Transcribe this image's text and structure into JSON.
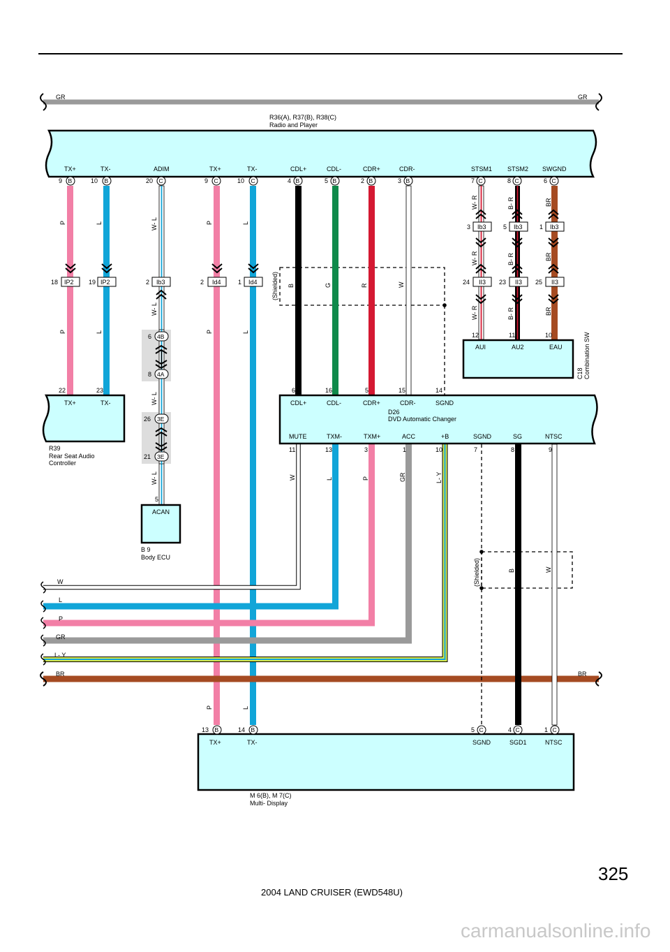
{
  "page": {
    "number": "325",
    "footer": "2004 LAND CRUISER (EWD548U)",
    "watermark": "carmanualsonline.info"
  },
  "colors": {
    "component_fill": "#ccffff",
    "splice_fill": "#dddddd",
    "P": "#f27fa6",
    "L": "#11a5d8",
    "B": "#000000",
    "G": "#0f8a4a",
    "R": "#d41932",
    "W": "#ffffff",
    "GR": "#9a9a9a",
    "BR": "#a54b22",
    "W-R": "#d41932",
    "B-R": "#d41932",
    "W-L": "#11a5d8",
    "L-Y": "#11a5d8"
  },
  "bus_lines": [
    {
      "left": "GR",
      "right": "GR"
    },
    {
      "left": "W"
    },
    {
      "left": "L"
    },
    {
      "left": "P"
    },
    {
      "left": "GR"
    },
    {
      "left": "L- Y"
    },
    {
      "left": "BR",
      "right": "BR"
    }
  ],
  "components": {
    "radio": {
      "code": "R36(A), R37(B), R38(C)",
      "name": "Radio and Player",
      "terminals": [
        {
          "label": "TX+",
          "pin": "9",
          "conn": "B"
        },
        {
          "label": "TX-",
          "pin": "10",
          "conn": "B"
        },
        {
          "label": "ADIM",
          "pin": "20",
          "conn": "C"
        },
        {
          "label": "TX+",
          "pin": "9",
          "conn": "C"
        },
        {
          "label": "TX-",
          "pin": "10",
          "conn": "C"
        },
        {
          "label": "CDL+",
          "pin": "4",
          "conn": "B"
        },
        {
          "label": "CDL-",
          "pin": "5",
          "conn": "B"
        },
        {
          "label": "CDR+",
          "pin": "2",
          "conn": "B"
        },
        {
          "label": "CDR-",
          "pin": "3",
          "conn": "B"
        },
        {
          "label": "STSM1",
          "pin": "7",
          "conn": "C"
        },
        {
          "label": "STSM2",
          "pin": "8",
          "conn": "C"
        },
        {
          "label": "SWGND",
          "pin": "6",
          "conn": "C"
        }
      ]
    },
    "rsac": {
      "code": "R39",
      "name1": "Rear Seat Audio",
      "name2": "Controller",
      "terminals": [
        {
          "label": "TX+",
          "pin": "22"
        },
        {
          "label": "TX-",
          "pin": "23"
        }
      ]
    },
    "body_ecu": {
      "code": "B 9",
      "name": "Body ECU",
      "terminal": "ACAN",
      "pin": "5"
    },
    "dvd": {
      "code": "D26",
      "name": "DVD Automatic Changer",
      "top_terminals": [
        {
          "label": "CDL+",
          "pin": "6"
        },
        {
          "label": "CDL-",
          "pin": "16"
        },
        {
          "label": "CDR+",
          "pin": "5"
        },
        {
          "label": "CDR-",
          "pin": "15"
        },
        {
          "label": "SGND",
          "pin": "14"
        }
      ],
      "bottom_terminals": [
        {
          "label": "MUTE",
          "pin": "11"
        },
        {
          "label": "TXM-",
          "pin": "13"
        },
        {
          "label": "TXM+",
          "pin": "3"
        },
        {
          "label": "ACC",
          "pin": "1"
        },
        {
          "label": "+B",
          "pin": "10"
        },
        {
          "label": "SGND",
          "pin": "7"
        },
        {
          "label": "SG",
          "pin": "8"
        },
        {
          "label": "NTSC",
          "pin": "9"
        }
      ]
    },
    "combo": {
      "code": "C18",
      "name": "Combination SW",
      "terminals": [
        {
          "label": "AUI",
          "pin": "12"
        },
        {
          "label": "AU2",
          "pin": "11"
        },
        {
          "label": "EAU",
          "pin": "10"
        }
      ]
    },
    "multi": {
      "code": "M 6(B), M 7(C)",
      "name": "Multi- Display",
      "terminals": [
        {
          "label": "TX+",
          "pin": "13",
          "conn": "B"
        },
        {
          "label": "TX-",
          "pin": "14",
          "conn": "B"
        },
        {
          "label": "SGND",
          "pin": "5",
          "conn": "C"
        },
        {
          "label": "SGD1",
          "pin": "4",
          "conn": "C"
        },
        {
          "label": "NTSC",
          "pin": "1",
          "conn": "C"
        }
      ]
    }
  },
  "connectors": {
    "ip2_a": {
      "pin": "18",
      "name": "IP2"
    },
    "ip2_b": {
      "pin": "19",
      "name": "IP2"
    },
    "ib3_adim": {
      "pin": "2",
      "name": "Ib3"
    },
    "id4_a": {
      "pin": "2",
      "name": "Id4"
    },
    "id4_b": {
      "pin": "1",
      "name": "Id4"
    },
    "ib3_1": {
      "pin": "3",
      "name": "Ib3"
    },
    "ib3_2": {
      "pin": "5",
      "name": "Ib3"
    },
    "ib3_3": {
      "pin": "1",
      "name": "Ib3"
    },
    "ii3_1": {
      "pin": "24",
      "name": "II3"
    },
    "ii3_2": {
      "pin": "23",
      "name": "II3"
    },
    "ii3_3": {
      "pin": "25",
      "name": "II3"
    }
  },
  "splices": [
    {
      "pin": "6",
      "name": "4B"
    },
    {
      "pin": "8",
      "name": "4A"
    },
    {
      "pin": "26",
      "name": "3E"
    },
    {
      "pin": "21",
      "name": "3E"
    }
  ],
  "wire_labels": {
    "P": "P",
    "L": "L",
    "W-L": "W- L",
    "B": "B",
    "G": "G",
    "R": "R",
    "W": "W",
    "W-R": "W- R",
    "B-R": "B- R",
    "BR": "BR",
    "GR": "GR",
    "L-Y": "L- Y"
  },
  "shielded": "(Shielded)"
}
